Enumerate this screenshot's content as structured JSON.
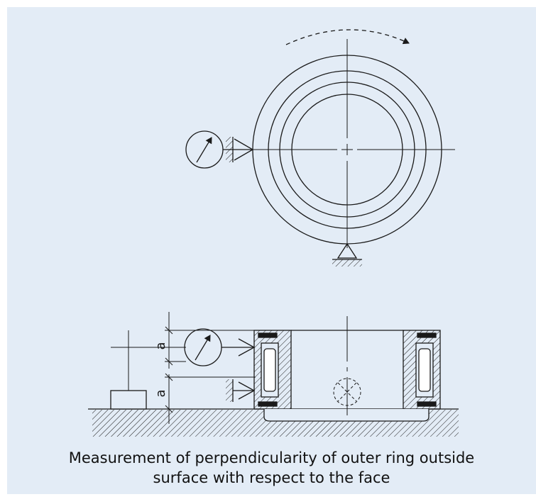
{
  "colors": {
    "panel_background": "#e3ecf6",
    "line": "#1a1a1a",
    "caption_text": "#111111"
  },
  "figure": {
    "dimension_label": "a",
    "caption_line_1": "Measurement of perpendicularity of outer ring outside",
    "caption_line_2": "surface with respect to the face"
  },
  "icons": [
    "dial-gauge-icon",
    "rotation-arrow-icon",
    "support-triangle-icon",
    "hatched-base-icon",
    "rolling-element-icon"
  ]
}
